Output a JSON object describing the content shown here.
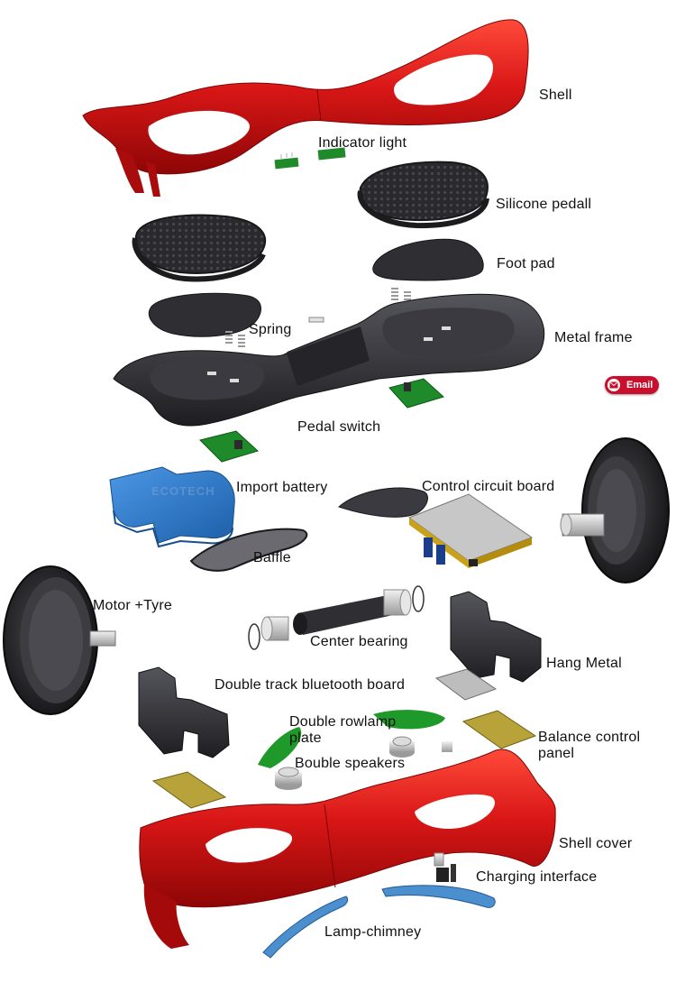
{
  "labels": {
    "shell": "Shell",
    "indicator_light": "Indicator light",
    "silicone_pedal": "Silicone pedall",
    "foot_pad": "Foot pad",
    "spring": "Spring",
    "metal_frame": "Metal frame",
    "pedal_switch": "Pedal switch",
    "import_battery": "Import battery",
    "control_circuit_board": "Control circuit board",
    "baffle": "Baffle",
    "motor_tyre": "Motor +Tyre",
    "center_bearing": "Center bearing",
    "hang_metal": "Hang Metal",
    "double_track_bluetooth_board": "Double track bluetooth board",
    "double_rowlamp_plate": "Double rowlamp plate",
    "balance_control_panel": "Balance control panel",
    "bouble_speakers": "Bouble speakers",
    "shell_cover": "Shell cover",
    "charging_interface": "Charging interface",
    "lamp_chimney": "Lamp-chimney"
  },
  "email_button": {
    "label": "Email",
    "icon": "envelope-icon"
  },
  "watermark": "ECOTECH",
  "colors": {
    "shell_red": "#cc1010",
    "plastic_black": "#2e2e33",
    "pcb_green": "#1f8a2a",
    "battery_blue": "#2f7fd0",
    "lamp_blue": "#4b8fcf",
    "button_red": "#c8102e"
  }
}
